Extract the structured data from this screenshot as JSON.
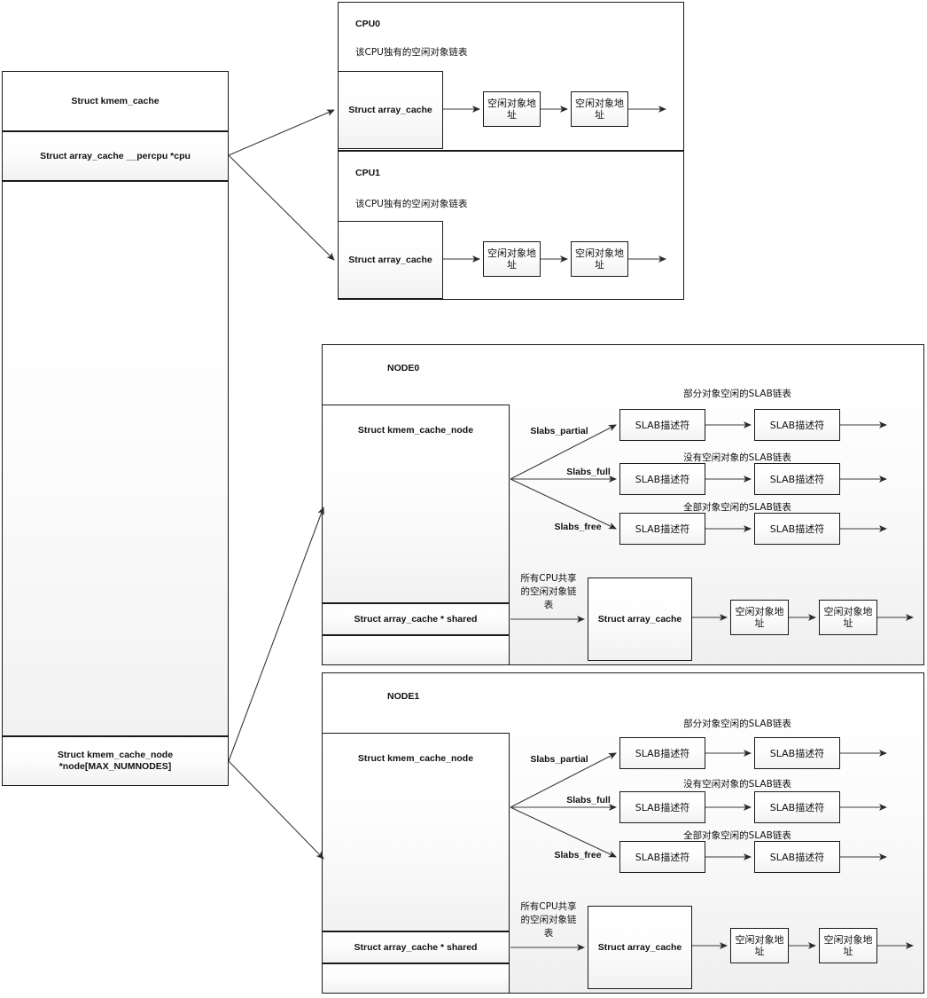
{
  "diagram": {
    "title": "Linux SLAB allocator kmem_cache structure diagram",
    "colors": {
      "line": "#333333",
      "border": "#1a1a1a",
      "panel_bg": "#f2f2f2"
    }
  },
  "kmem_cache": {
    "rows": [
      {
        "label": "Struct kmem_cache"
      },
      {
        "label": "Struct array_cache __percpu *cpu"
      },
      {
        "label": ""
      },
      {
        "label": "Struct kmem_cache_node *node[MAX_NUMNODES]"
      }
    ]
  },
  "cpus": [
    {
      "title": "CPU0",
      "caption": "该CPU独有的空闲对象链表",
      "array_cache": "Struct array_cache",
      "free_objects": [
        "空闲对象地址",
        "空闲对象地址"
      ]
    },
    {
      "title": "CPU1",
      "caption": "该CPU独有的空闲对象链表",
      "array_cache": "Struct array_cache",
      "free_objects": [
        "空闲对象地址",
        "空闲对象地址"
      ]
    }
  ],
  "nodes": [
    {
      "title": "NODE0",
      "kmem_cache_node": "Struct kmem_cache_node",
      "shared_row": "Struct array_cache * shared",
      "empty_row": "",
      "slab_lists": [
        {
          "pointer": "Slabs_partial",
          "caption": "部分对象空闲的SLAB链表",
          "descriptors": [
            "SLAB描述符",
            "SLAB描述符"
          ]
        },
        {
          "pointer": "Slabs_full",
          "caption": "没有空闲对象的SLAB链表",
          "descriptors": [
            "SLAB描述符",
            "SLAB描述符"
          ]
        },
        {
          "pointer": "Slabs_free",
          "caption": "全部对象空闲的SLAB链表",
          "descriptors": [
            "SLAB描述符",
            "SLAB描述符"
          ]
        }
      ],
      "shared_caption": "所有CPU共享的空闲对象链表",
      "shared_array_cache": "Struct array_cache",
      "shared_free_objects": [
        "空闲对象地址",
        "空闲对象地址"
      ]
    },
    {
      "title": "NODE1",
      "kmem_cache_node": "Struct kmem_cache_node",
      "shared_row": "Struct array_cache * shared",
      "empty_row": "",
      "slab_lists": [
        {
          "pointer": "Slabs_partial",
          "caption": "部分对象空闲的SLAB链表",
          "descriptors": [
            "SLAB描述符",
            "SLAB描述符"
          ]
        },
        {
          "pointer": "Slabs_full",
          "caption": "没有空闲对象的SLAB链表",
          "descriptors": [
            "SLAB描述符",
            "SLAB描述符"
          ]
        },
        {
          "pointer": "Slabs_free",
          "caption": "全部对象空闲的SLAB链表",
          "descriptors": [
            "SLAB描述符",
            "SLAB描述符"
          ]
        }
      ],
      "shared_caption": "所有CPU共享的空闲对象链表",
      "shared_array_cache": "Struct array_cache",
      "shared_free_objects": [
        "空闲对象地址",
        "空闲对象地址"
      ]
    }
  ]
}
